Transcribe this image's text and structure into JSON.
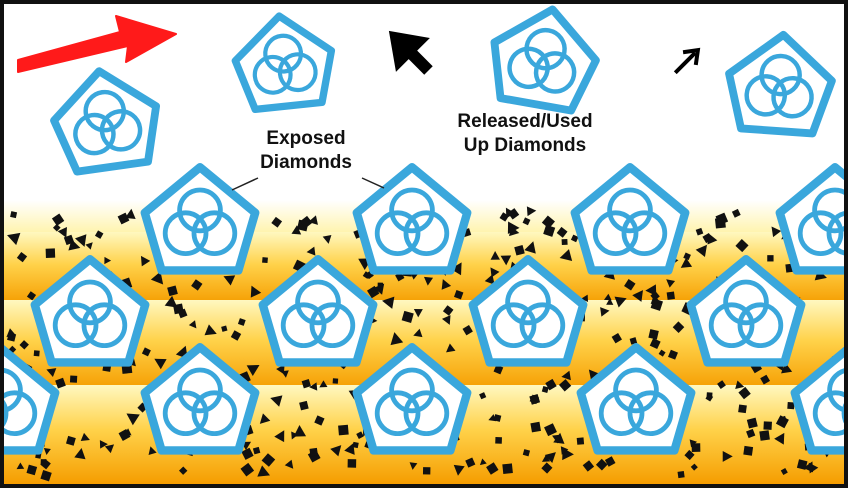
{
  "labels": {
    "exposed": [
      "Exposed",
      "Diamonds"
    ],
    "released": [
      "Released/Used",
      "Up Diamonds"
    ]
  },
  "colors": {
    "diamond": "#3aa7dc",
    "bond_light": "#fff8c0",
    "bond_mid": "#ffd24a",
    "bond_dark": "#f59d00",
    "grit": "#111111",
    "arrow_red": "#ff1a1a",
    "arrow_black": "#000000",
    "frame": "#111111"
  },
  "icons": [
    "diamond-grain-icon",
    "abrasive-grit-icon",
    "motion-arrow-icon"
  ]
}
